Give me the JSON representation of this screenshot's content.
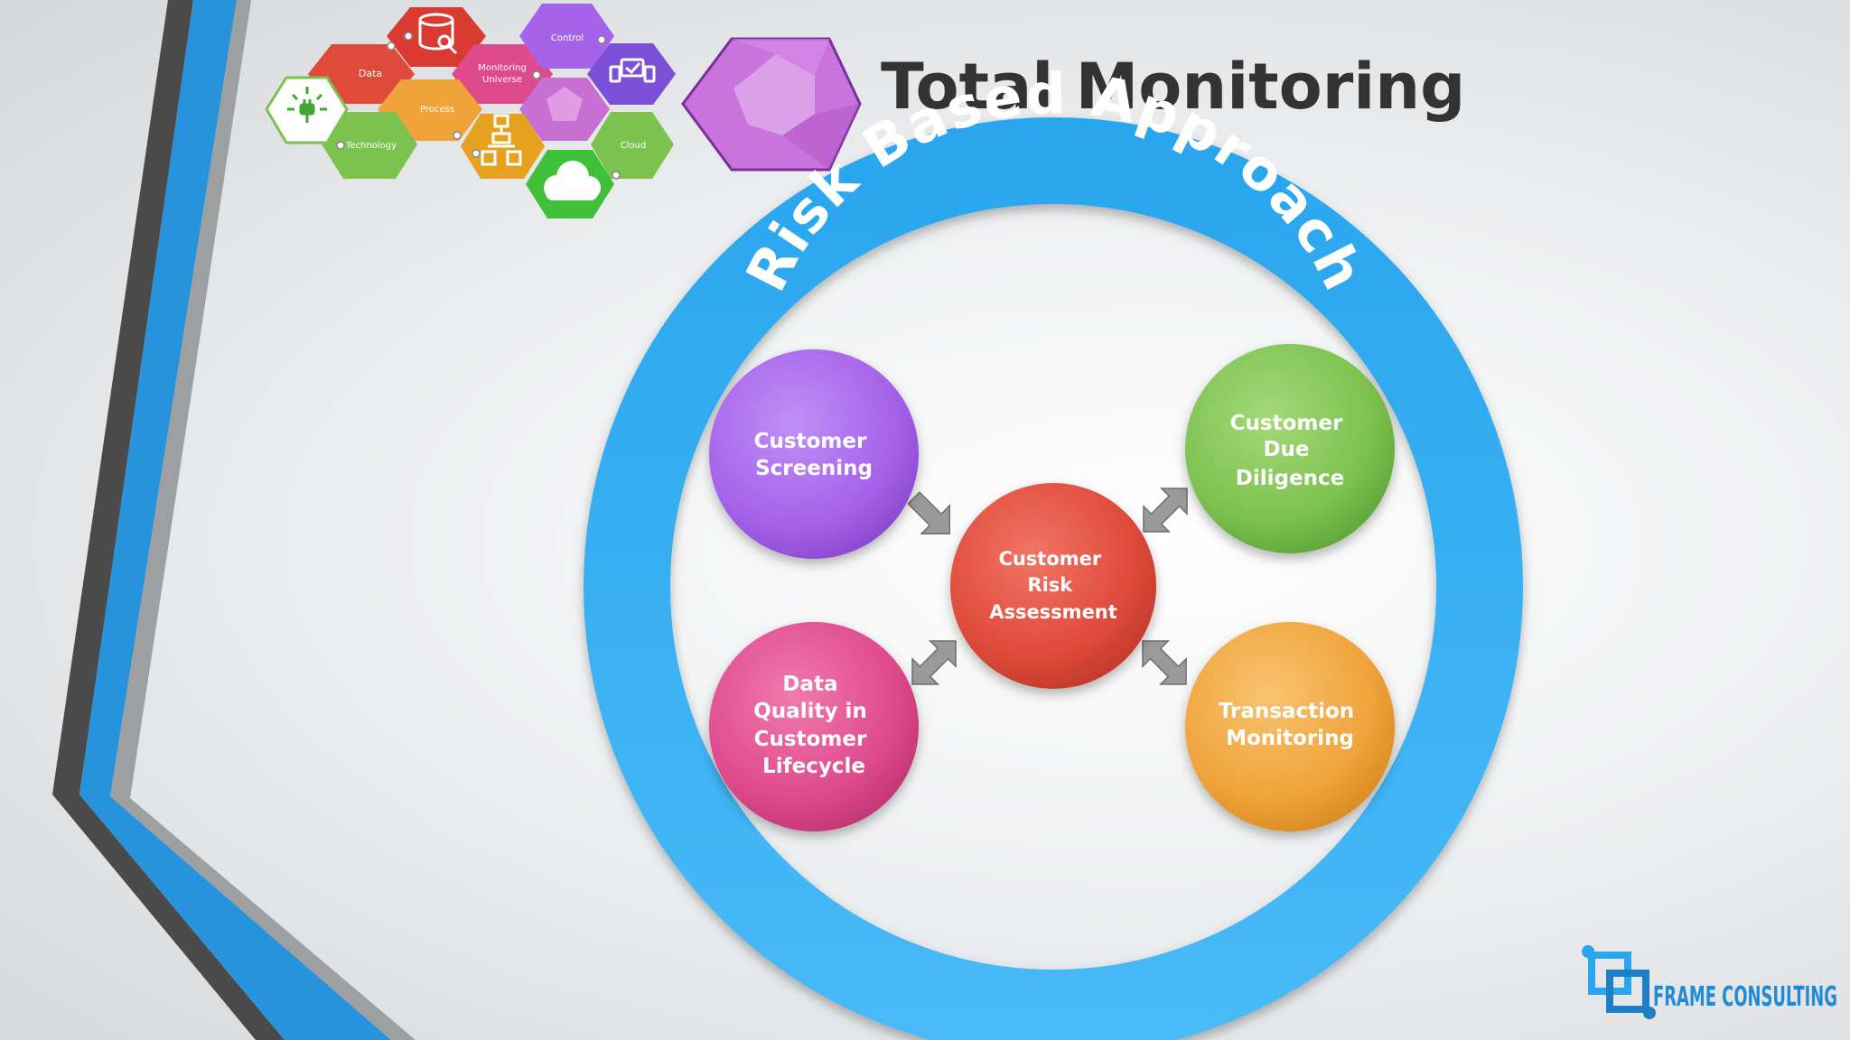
{
  "slide": {
    "title": "Total Monitoring",
    "arc_title": "Risk Based Approach"
  },
  "hex_cluster": {
    "labels": {
      "data": "Data",
      "monitoring_universe_1": "Monitoring",
      "monitoring_universe_2": "Universe",
      "control": "Control",
      "process": "Process",
      "technology": "Technology",
      "cloud": "Cloud"
    }
  },
  "diagram": {
    "center": {
      "lines": [
        "Customer",
        "Risk",
        "Assessment"
      ],
      "color": "#e04a3a"
    },
    "nodes": [
      {
        "id": "customer-screening",
        "lines": [
          "Customer",
          "Screening"
        ],
        "color": "#a562ea"
      },
      {
        "id": "customer-due-diligence",
        "lines": [
          "Customer",
          "Due",
          "Diligence"
        ],
        "color": "#7cc24f"
      },
      {
        "id": "data-quality",
        "lines": [
          "Data",
          "Quality in",
          "Customer",
          "Lifecycle"
        ],
        "color": "#df4a8c"
      },
      {
        "id": "transaction-monitoring",
        "lines": [
          "Transaction",
          "Monitoring"
        ],
        "color": "#f0a33b"
      }
    ],
    "ring_color": "#2aa6ee"
  },
  "footer": {
    "logo_text": "FRAME CONSULTING"
  }
}
